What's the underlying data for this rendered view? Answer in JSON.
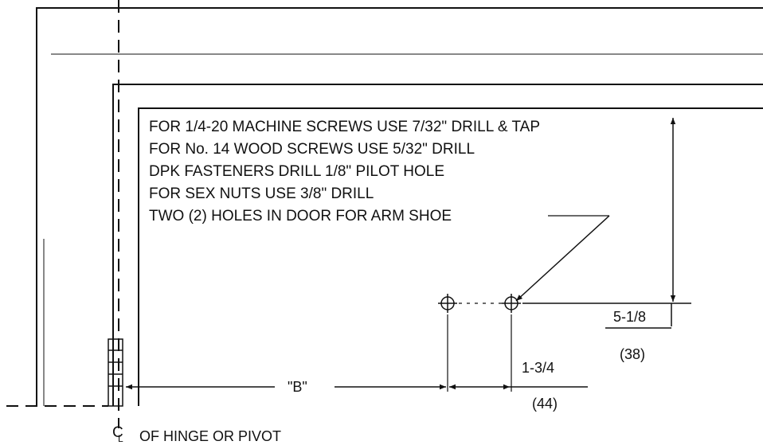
{
  "notes": [
    "FOR 1/4-20 MACHINE SCREWS USE 7/32\" DRILL & TAP",
    "FOR No. 14 WOOD SCREWS USE 5/32\" DRILL",
    "DPK FASTENERS DRILL 1/8\"  PILOT HOLE",
    "FOR SEX NUTS USE 3/8\" DRILL",
    "TWO (2) HOLES IN DOOR FOR ARM SHOE"
  ],
  "dimensions": {
    "b_label": "\"B\"",
    "hole_spacing": "1-3/4",
    "hole_spacing_mm": "(44)",
    "vertical": "5-1/8",
    "vertical_mm": "(38)"
  },
  "centerline": {
    "symbol_c": "C",
    "symbol_l": "L",
    "caption": "OF HINGE OR PIVOT"
  }
}
